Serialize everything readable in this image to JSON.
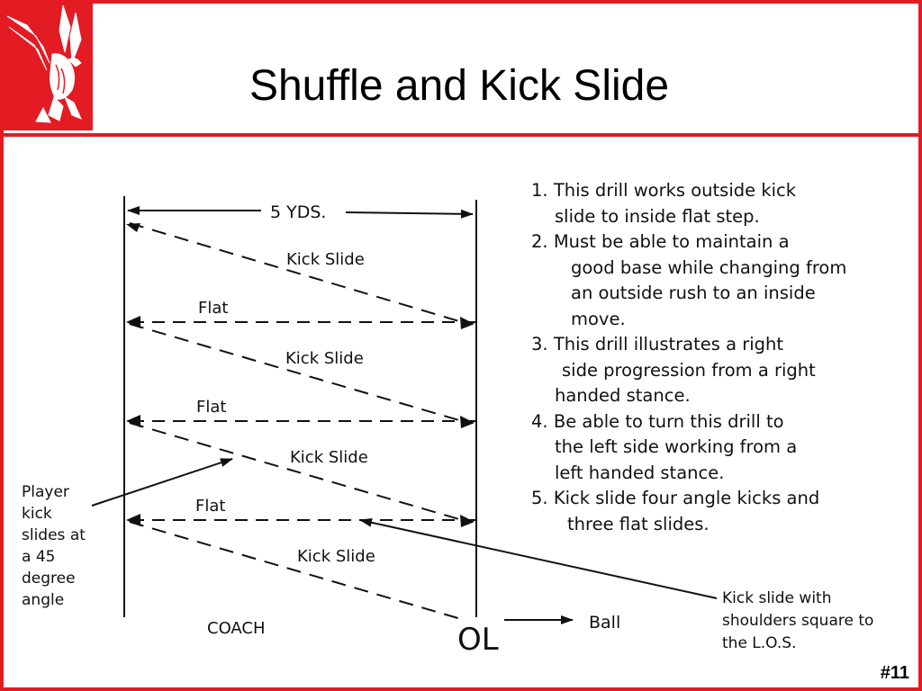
{
  "slide": {
    "title": "Shuffle and Kick Slide",
    "page_number": "#11",
    "accent_color": "#e31b23",
    "logo_icon": "hawk-logo-icon"
  },
  "diagram": {
    "distance_label": "5 YDS.",
    "labels": {
      "kick_slide_1": "Kick Slide",
      "flat_1": "Flat",
      "kick_slide_2": "Kick Slide",
      "flat_2": "Flat",
      "kick_slide_3": "Kick Slide",
      "flat_3": "Flat",
      "kick_slide_4": "Kick Slide"
    },
    "coach_label": "COACH",
    "ol_label": "OL",
    "ball_label": "Ball",
    "player_note": [
      "Player",
      "kick",
      "slides at",
      "a 45",
      "degree",
      "angle"
    ],
    "kick_note": [
      "Kick slide with",
      "shoulders square to",
      "the L.O.S."
    ]
  },
  "notes": [
    {
      "number": "1.",
      "lines": [
        "This drill works outside kick",
        "slide to inside flat step."
      ]
    },
    {
      "number": "2.",
      "lines": [
        "Must be able to maintain a",
        "good base while changing from",
        "an outside rush to an inside",
        "move."
      ]
    },
    {
      "number": "3.",
      "lines": [
        "This drill illustrates a right",
        "side progression from a right",
        "handed stance."
      ]
    },
    {
      "number": "4.",
      "lines": [
        "Be able to turn this drill to",
        "the left side working from a",
        "left handed stance."
      ]
    },
    {
      "number": "5.",
      "lines": [
        "Kick slide four angle kicks and",
        "three flat slides."
      ]
    }
  ]
}
